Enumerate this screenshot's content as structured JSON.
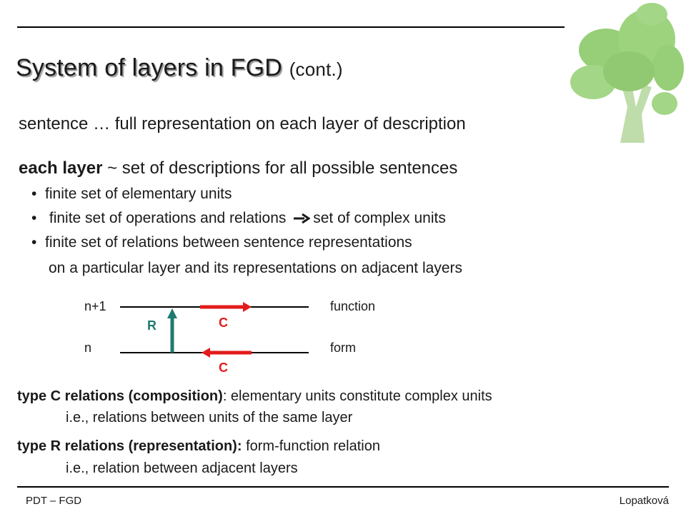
{
  "slide": {
    "title": "System of layers in FGD",
    "title_suffix": "(cont.)",
    "sentence_line": "sentence … full representation on each layer of description",
    "each_layer": {
      "term": "each layer",
      "rest": "~ set of descriptions for all possible sentences"
    },
    "bullets": [
      "finite set of elementary units",
      "finite set of operations and relations",
      "set of complex units",
      "finite set of relations between sentence representations",
      "on a particular layer and its representations on adjacent layers"
    ],
    "diagram": {
      "top_label": "n+1",
      "bottom_label": "n",
      "top_right": "function",
      "bottom_right": "form",
      "r_label": "R",
      "c_top": "C",
      "c_bottom": "C",
      "colors": {
        "c_arrow": "#e31b1b",
        "r_arrow": "#1f7a6e"
      }
    },
    "type_c": {
      "bold": "type C relations (composition)",
      "rest": ": elementary units constitute complex units",
      "sub": "i.e., relations between units of the same layer"
    },
    "type_r": {
      "bold": "type R relations (representation):",
      "rest": "form-function relation",
      "sub": "i.e., relation between adjacent layers"
    }
  },
  "footer": {
    "left": "PDT – FGD",
    "right": "Lopatková"
  },
  "colors": {
    "tree_foliage": "#8cc96a",
    "tree_trunk": "#b9d9a3"
  }
}
